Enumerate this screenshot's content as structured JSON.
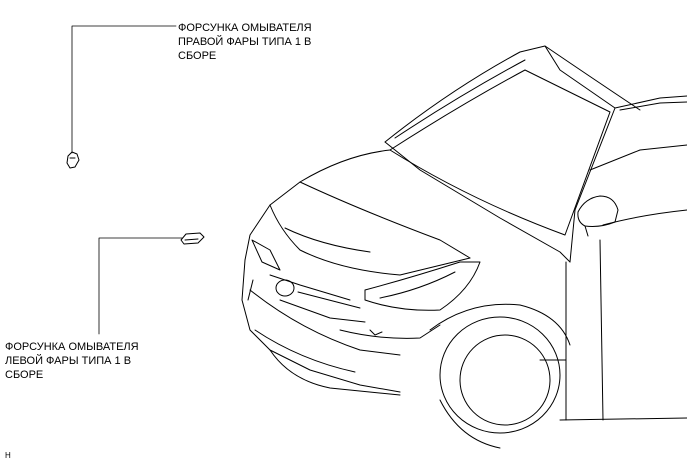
{
  "callouts": {
    "right_nozzle": {
      "lines": [
        "ФОРСУНКА ОМЫВАТЕЛЯ",
        "ПРАВОЙ ФАРЫ ТИПА 1 В",
        "СБОРЕ"
      ]
    },
    "left_nozzle": {
      "lines": [
        "ФОРСУНКА ОМЫВАТЕЛЯ",
        "ЛЕВОЙ ФАРЫ ТИПА 1 В",
        "СБОРЕ"
      ]
    }
  },
  "figure_code": "H"
}
